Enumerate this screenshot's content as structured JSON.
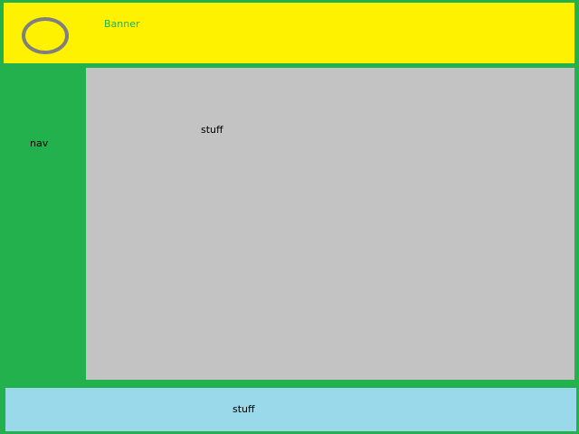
{
  "banner": {
    "title": "Banner",
    "logo_icon": "ring-icon"
  },
  "nav": {
    "label": "nav"
  },
  "main": {
    "text": "stuff"
  },
  "footer": {
    "text": "stuff"
  },
  "colors": {
    "page_background": "#22b14c",
    "banner_background": "#fff200",
    "banner_text": "#22b14c",
    "logo_ring": "#7f7f7f",
    "main_background": "#c3c3c3",
    "footer_background": "#99d9ea",
    "text": "#000000"
  }
}
